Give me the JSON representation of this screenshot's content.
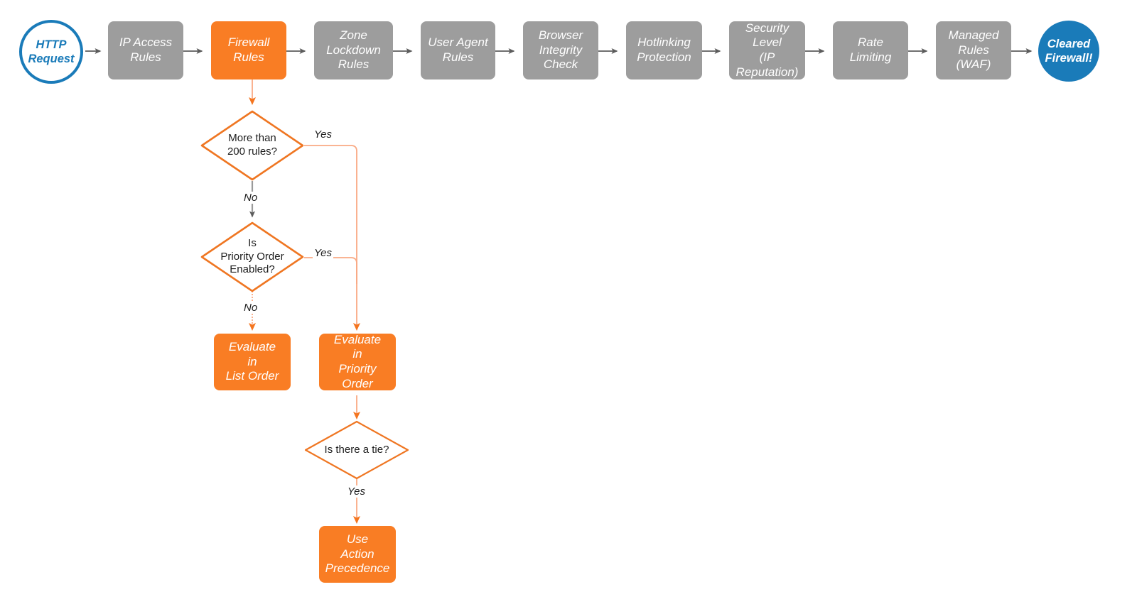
{
  "diagram": {
    "title": "Cloudflare firewall request evaluation order",
    "colors": {
      "grey_node": "#9d9d9d",
      "orange_node": "#f97d24",
      "blue_terminator": "#1a7bb9",
      "orange_stroke": "#ef7622",
      "light_orange_stroke": "#f9a984",
      "grey_stroke": "#707070",
      "background": "#ffffff",
      "text_dark": "#1c1c1c",
      "text_light": "#ffffff"
    },
    "pipeline": [
      {
        "id": "http-request",
        "label": "HTTP\nRequest",
        "shape": "circle",
        "style": "start"
      },
      {
        "id": "ip-access-rules",
        "label": "IP Access\nRules",
        "shape": "box",
        "style": "grey"
      },
      {
        "id": "firewall-rules",
        "label": "Firewall\nRules",
        "shape": "box",
        "style": "orange"
      },
      {
        "id": "zone-lockdown-rules",
        "label": "Zone\nLockdown\nRules",
        "shape": "box",
        "style": "grey"
      },
      {
        "id": "user-agent-rules",
        "label": "User Agent\nRules",
        "shape": "box",
        "style": "grey"
      },
      {
        "id": "browser-integrity-check",
        "label": "Browser\nIntegrity\nCheck",
        "shape": "box",
        "style": "grey"
      },
      {
        "id": "hotlinking-protection",
        "label": "Hotlinking\nProtection",
        "shape": "box",
        "style": "grey"
      },
      {
        "id": "security-level",
        "label": "Security\nLevel\n(IP Reputation)",
        "shape": "box",
        "style": "grey"
      },
      {
        "id": "rate-limiting",
        "label": "Rate\nLimiting",
        "shape": "box",
        "style": "grey"
      },
      {
        "id": "managed-rules-waf",
        "label": "Managed\nRules\n(WAF)",
        "shape": "box",
        "style": "grey"
      },
      {
        "id": "cleared-firewall",
        "label": "Cleared\nFirewall!",
        "shape": "circle",
        "style": "end"
      }
    ],
    "decisions": [
      {
        "id": "more-than-200-rules",
        "label": "More than\n200 rules?"
      },
      {
        "id": "is-priority-order-enabled",
        "label": "Is\nPriority Order\nEnabled?"
      },
      {
        "id": "is-there-a-tie",
        "label": "Is there a tie?"
      }
    ],
    "outcomes": [
      {
        "id": "evaluate-in-list-order",
        "label": "Evaluate\nin\nList Order"
      },
      {
        "id": "evaluate-in-priority-order",
        "label": "Evaluate\nin\nPriority Order"
      },
      {
        "id": "use-action-precedence",
        "label": "Use\nAction\nPrecedence"
      }
    ],
    "edge_labels": {
      "more_than_200_yes": "Yes",
      "more_than_200_no": "No",
      "priority_order_yes": "Yes",
      "priority_order_no": "No",
      "tie_yes": "Yes"
    }
  }
}
